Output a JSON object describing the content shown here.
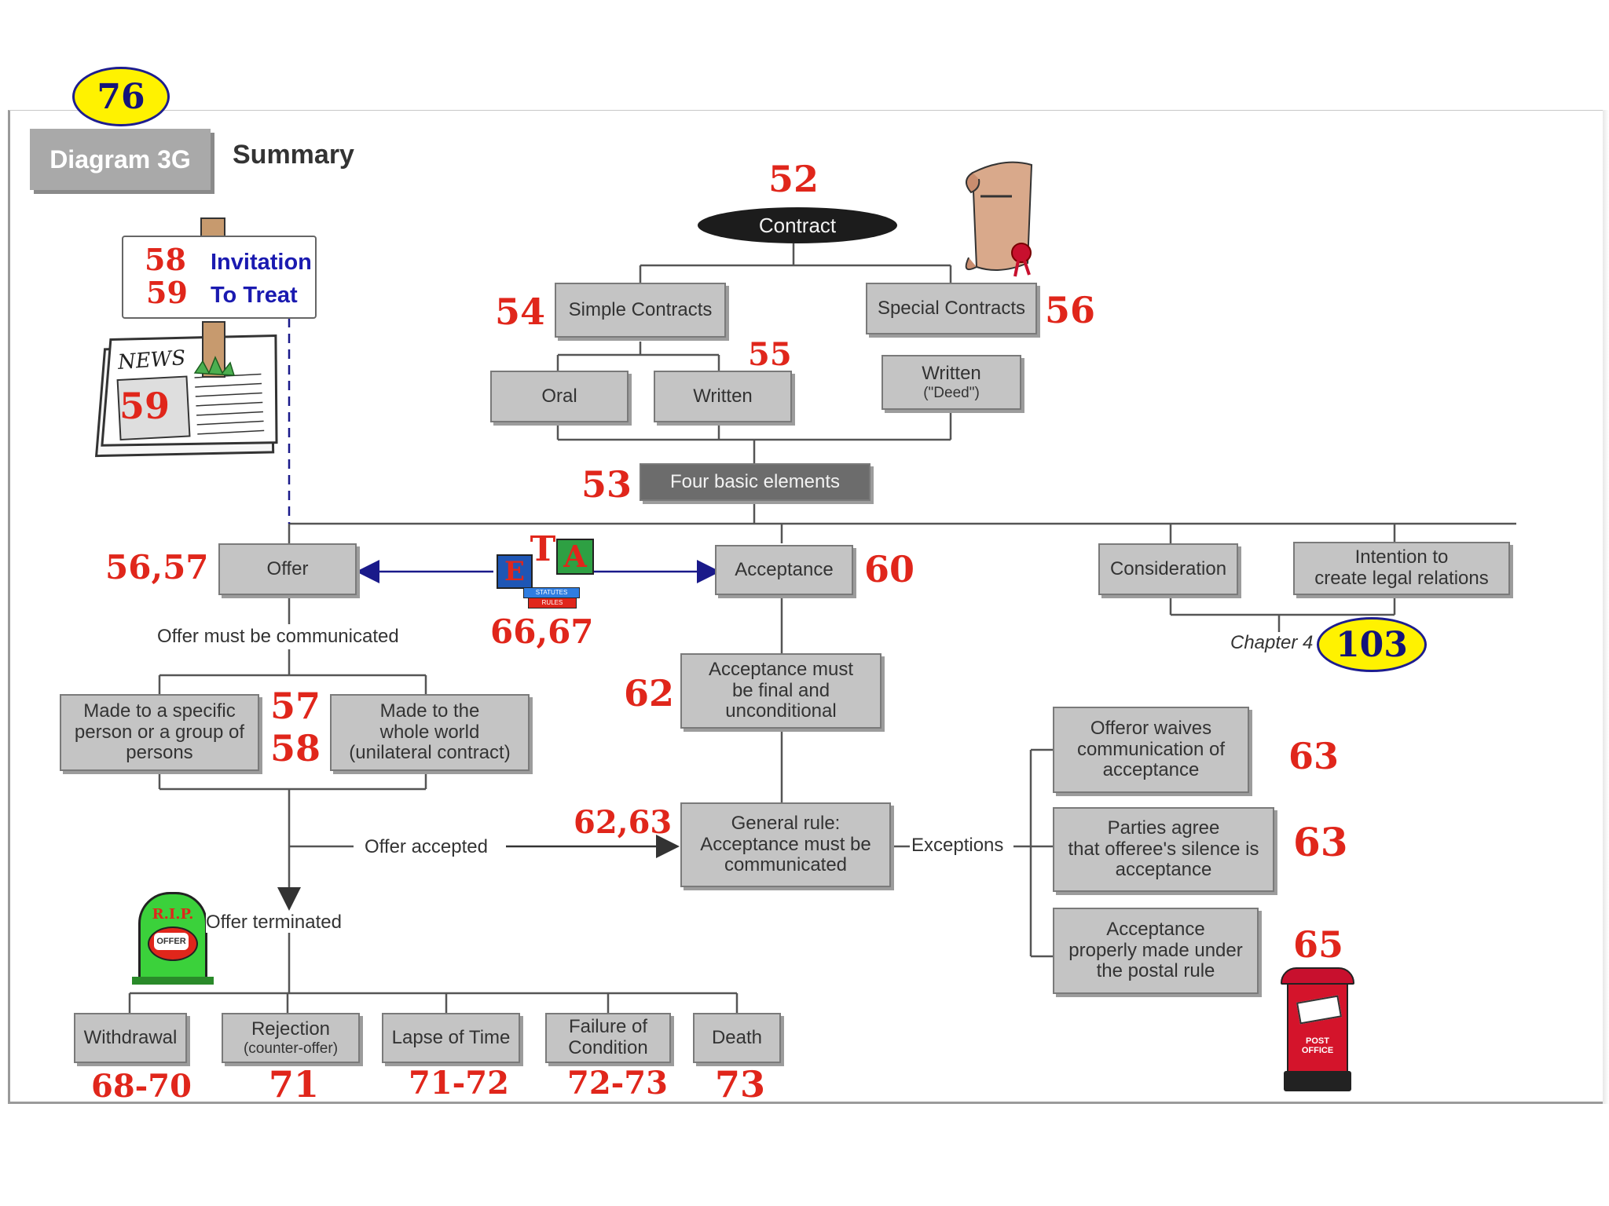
{
  "page_badge": "76",
  "diagram": {
    "tab_label": "Diagram 3G",
    "title": "Summary"
  },
  "root": {
    "label": "Contract",
    "ref": "52"
  },
  "simple_contracts": {
    "label": "Simple Contracts",
    "ref": "54"
  },
  "special_contracts": {
    "label": "Special Contracts",
    "ref": "56"
  },
  "oral": {
    "label": "Oral"
  },
  "written": {
    "label": "Written",
    "ref": "55"
  },
  "written_deed": {
    "label": "Written",
    "sublabel": "(\"Deed\")"
  },
  "four_elements": {
    "label": "Four basic elements",
    "ref": "53"
  },
  "invitation_sign": {
    "line1_ref": "58",
    "line1_text": "Invitation",
    "line2_ref": "59",
    "line2_text": "To Treat",
    "news_label": "NEWS",
    "news_ref": "59"
  },
  "offer": {
    "label": "Offer",
    "ref": "56,57"
  },
  "eta_ref": "66,67",
  "eta_icon": {
    "letters": [
      "E",
      "T",
      "A"
    ],
    "tag1": "STATUTES",
    "tag2": "RULES"
  },
  "acceptance": {
    "label": "Acceptance",
    "ref": "60"
  },
  "consideration": {
    "label": "Consideration"
  },
  "intention": {
    "label": "Intention to\ncreate legal relations"
  },
  "chapter4": {
    "label": "Chapter 4",
    "ref": "103"
  },
  "offer_communicated": "Offer must be communicated",
  "specific_person": {
    "label": "Made to a specific\nperson or a group of\npersons",
    "ref1": "57",
    "ref2": "58"
  },
  "whole_world": {
    "label": "Made to the\nwhole world\n(unilateral contract)"
  },
  "acceptance_final": {
    "label": "Acceptance must\nbe final and\nunconditional",
    "ref": "62"
  },
  "general_rule": {
    "label": "General rule:\nAcceptance must be\ncommunicated",
    "ref": "62,63"
  },
  "offer_accepted": "Offer accepted",
  "exceptions": "Exceptions",
  "exception_items": [
    {
      "label": "Offeror waives\ncommunication of\nacceptance",
      "ref": "63"
    },
    {
      "label": "Parties agree\nthat offeree's silence is\nacceptance",
      "ref": "63"
    },
    {
      "label": "Acceptance\nproperly made under\nthe postal rule",
      "ref": "65"
    }
  ],
  "offer_terminated": "Offer terminated",
  "rip_icon": {
    "top": "R.I.P.",
    "bottom": "OFFER"
  },
  "post_box": {
    "label": "POST\nOFFICE"
  },
  "termination": [
    {
      "label": "Withdrawal",
      "sublabel": "",
      "ref": "68-70"
    },
    {
      "label": "Rejection",
      "sublabel": "(counter-offer)",
      "ref": "71"
    },
    {
      "label": "Lapse of Time",
      "sublabel": "",
      "ref": "71-72"
    },
    {
      "label": "Failure of\nCondition",
      "sublabel": "",
      "ref": "72-73"
    },
    {
      "label": "Death",
      "sublabel": "",
      "ref": "73"
    }
  ],
  "colors": {
    "ref_red": "#e0261b",
    "badge_yellow": "#fff200",
    "badge_navy": "#14147a",
    "box_gray": "#c4c4c4",
    "dark_box": "#6c6c6c",
    "arrow_navy": "#1a1a8a"
  }
}
